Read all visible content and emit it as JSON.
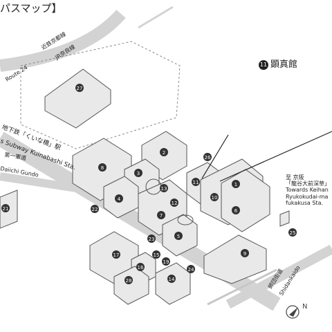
{
  "header": {
    "title": "パスマップ】"
  },
  "callout": {
    "number": "11",
    "text": "顕真館"
  },
  "roads": {
    "route24": "Route 24",
    "kintetsu": "近鉄京都線",
    "jr": "JR奈良線",
    "subway_jp": "地下鉄「くいな橋」駅",
    "subway_en": "s Subway Kuinabashi Sta.",
    "daiichi_jp": "第一軍道",
    "daiichi_en": "Daiichi Gundo",
    "shidan_jp": "師団街道",
    "shidan_en": "Shidankaido"
  },
  "keihan": {
    "line1": "至 京阪",
    "line2": "「龍谷大前深草」",
    "line3": "Towards Keihan",
    "line4": "Ryukokudai-ma",
    "line5": "fukakusa Sta."
  },
  "markers": {
    "m1": "1",
    "m2": "2",
    "m3": "3",
    "m4": "4",
    "m5": "5",
    "m6": "6",
    "m7": "7",
    "m8": "8",
    "m9": "9",
    "m10": "10",
    "m11": "11",
    "m12": "12",
    "m13": "13",
    "m14": "14",
    "m15": "15",
    "m16": "16",
    "m17": "17",
    "m19": "19",
    "m21": "21",
    "m22": "22",
    "m23": "23",
    "m24": "24",
    "m25": "25",
    "m26": "26",
    "m27": "27",
    "m28": "28"
  },
  "compass": {
    "label": "N"
  },
  "colors": {
    "road": "#d3d3d3",
    "building": "#e9e9e9",
    "marker": "#333333",
    "ink": "#222222"
  }
}
